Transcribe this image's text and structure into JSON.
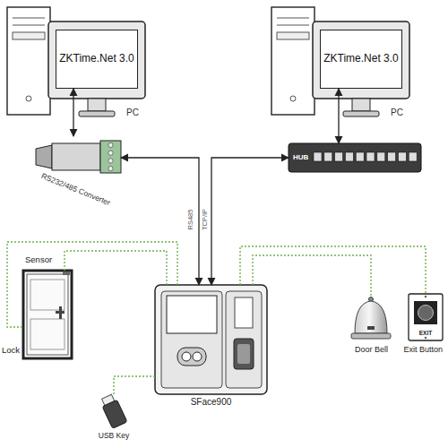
{
  "diagram": {
    "nodes": [
      {
        "text": [
          "ZKTime.Net 3.0",
          "PC"
        ]
      },
      {
        "text": [
          "ZKTime.Net 3.0",
          "PC"
        ]
      },
      {
        "text": [
          "RS232/485 Converter"
        ]
      },
      {
        "text": [
          "HUB"
        ]
      },
      {
        "text": [
          "Sensor",
          "Lock"
        ]
      },
      {
        "text": [
          "SFace900"
        ]
      },
      {
        "text": [
          "Door Bell"
        ]
      },
      {
        "text": [
          "EXIT",
          "Exit Button"
        ]
      },
      {
        "text": [
          "USB Key"
        ]
      }
    ],
    "edges": [
      {
        "from": 0,
        "to": 2,
        "arrow": "both"
      },
      {
        "from": 1,
        "to": 3,
        "arrow": "both"
      },
      {
        "from": 2,
        "to": 5,
        "label": "RS485",
        "arrow": "both"
      },
      {
        "from": 3,
        "to": 5,
        "label": "TCP/IP",
        "arrow": "both"
      },
      {
        "from": 5,
        "to": 4,
        "arrow": "none"
      },
      {
        "from": 5,
        "to": 4,
        "arrow": "none"
      },
      {
        "from": 5,
        "to": 6,
        "arrow": "none"
      },
      {
        "from": 5,
        "to": 7,
        "arrow": "none"
      },
      {
        "from": 5,
        "to": 8,
        "arrow": "none"
      }
    ]
  }
}
